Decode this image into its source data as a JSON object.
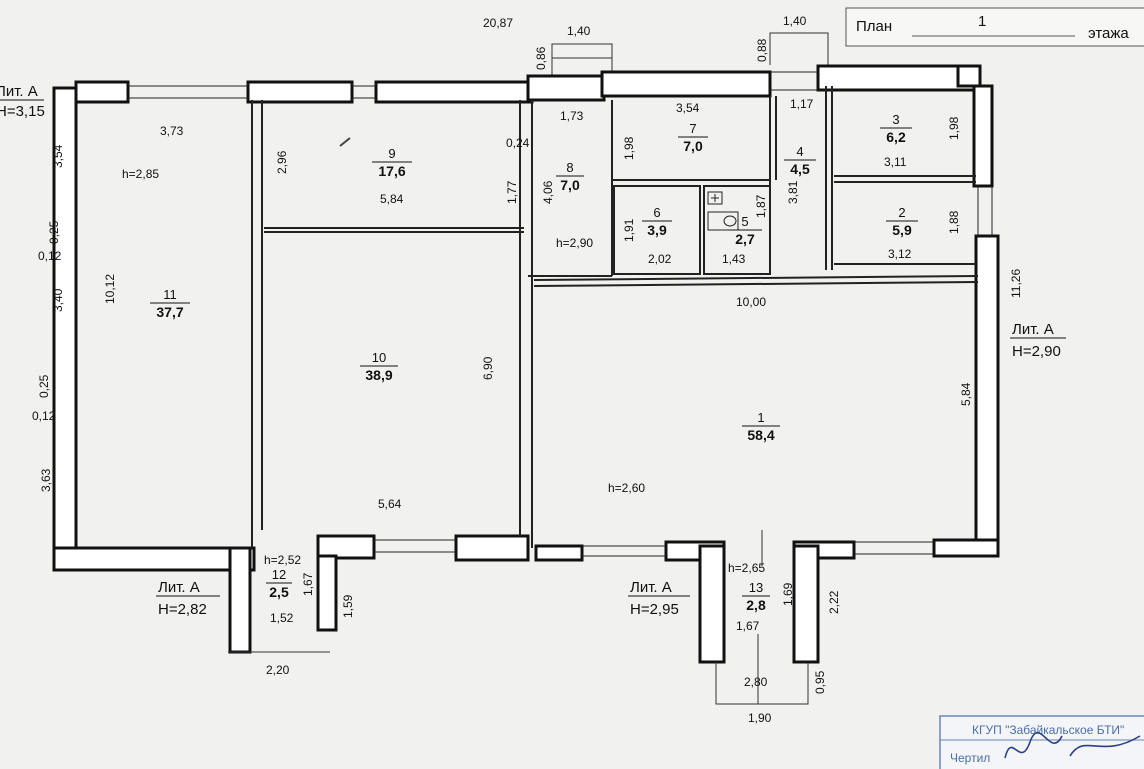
{
  "header": {
    "plan_word": "План",
    "floor_number": "1",
    "floor_word": "этажа"
  },
  "dimensions": {
    "overall_length": "20,87",
    "left_window_1": "1,40",
    "right_window_1": "1,40",
    "wall_086": "0,86",
    "wall_088": "0,88",
    "w_373": "3,73",
    "h_285": "h=2,85",
    "w_354": "3,54",
    "w_024a": "0,24",
    "w_173": "1,73",
    "w_117": "1,17",
    "w_296": "2,96",
    "w_584": "5,84",
    "w_177": "1,77",
    "w_406": "4,06",
    "w_198a": "1,98",
    "w_381": "3,81",
    "w_198b": "1,98",
    "w_311": "3,11",
    "w_191": "1,91",
    "w_187": "1,87",
    "w_188": "1,88",
    "w_202": "2,02",
    "w_143": "1,43",
    "w_312": "3,12",
    "h_290": "h=2,90",
    "w_1000": "10,00",
    "w_1126": "11,26",
    "w_354L": "3,54",
    "w_025a": "0,25",
    "w_012a": "0,12",
    "w_340": "3,40",
    "w_1012": "10,12",
    "w_690": "6,90",
    "w_025b": "0,25",
    "w_012b": "0,12",
    "w_363": "3,63",
    "w_584R": "5,84",
    "w_564": "5,64",
    "h_260": "h=2,60",
    "h_252": "h=2,52",
    "w_167a": "1,67",
    "w_152": "1,52",
    "w_159": "1,59",
    "w_220": "2,20",
    "h_265": "h=2,65",
    "w_169": "1,69",
    "w_167b": "1,67",
    "w_222": "2,22",
    "w_280": "2,80",
    "w_095": "0,95",
    "w_190": "1,90"
  },
  "rooms": [
    {
      "num": "1",
      "area": "58,4"
    },
    {
      "num": "2",
      "area": "5,9"
    },
    {
      "num": "3",
      "area": "6,2"
    },
    {
      "num": "4",
      "area": "4,5"
    },
    {
      "num": "5",
      "area": "2,7"
    },
    {
      "num": "6",
      "area": "3,9"
    },
    {
      "num": "7",
      "area": "7,0"
    },
    {
      "num": "8",
      "area": "7,0"
    },
    {
      "num": "9",
      "area": "17,6"
    },
    {
      "num": "10",
      "area": "38,9"
    },
    {
      "num": "11",
      "area": "37,7"
    },
    {
      "num": "12",
      "area": "2,5"
    },
    {
      "num": "13",
      "area": "2,8"
    }
  ],
  "liters": {
    "top_left_a": "Лит. А",
    "top_left_h": "H=3,15",
    "right_a": "Лит. А",
    "right_h": "H=2,90",
    "bottom_left_a": "Лит. А",
    "bottom_left_h": "H=2,82",
    "bottom_mid_a": "Лит. А",
    "bottom_mid_h": "H=2,95"
  },
  "stamp": {
    "org": "КГУП \"Забайкальское БТИ\"",
    "drawn_label": "Чертил"
  }
}
